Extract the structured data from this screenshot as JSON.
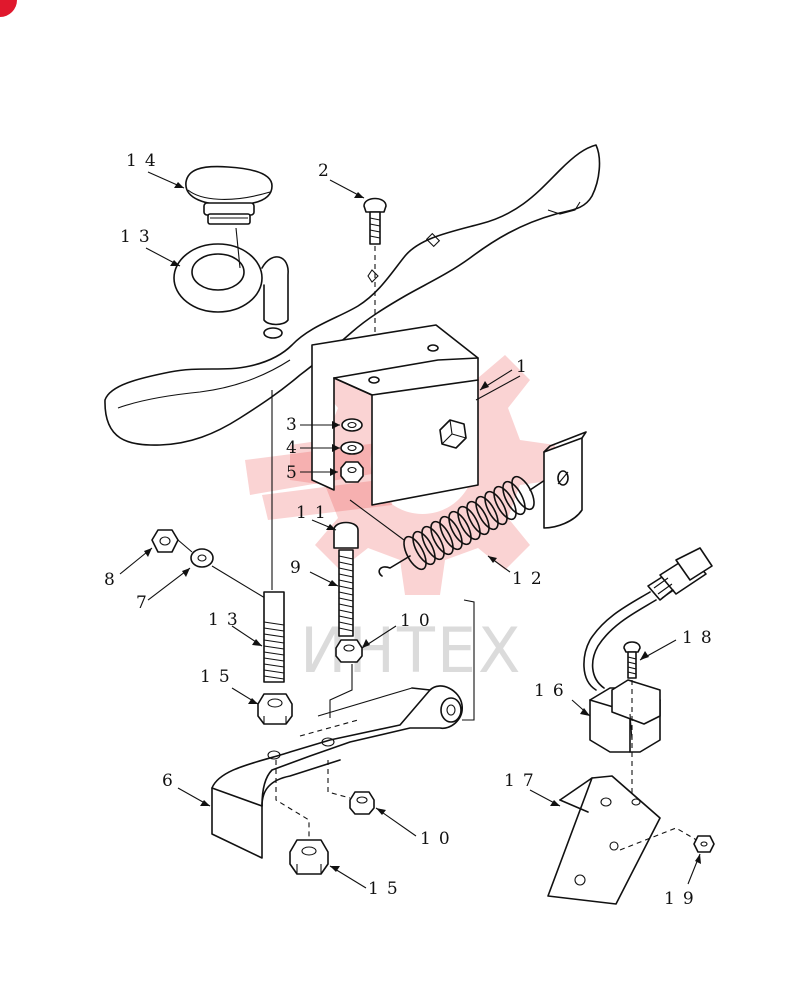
{
  "diagram": {
    "watermark_text": "ИНТЕХ",
    "callouts": [
      "1",
      "2",
      "3",
      "4",
      "5",
      "6",
      "7",
      "8",
      "9",
      "10",
      "10",
      "11",
      "12",
      "13",
      "13",
      "14",
      "15",
      "15",
      "16",
      "17",
      "18",
      "19"
    ],
    "corner_badge_color": "#e0182d",
    "watermark_color": "#e63535"
  }
}
